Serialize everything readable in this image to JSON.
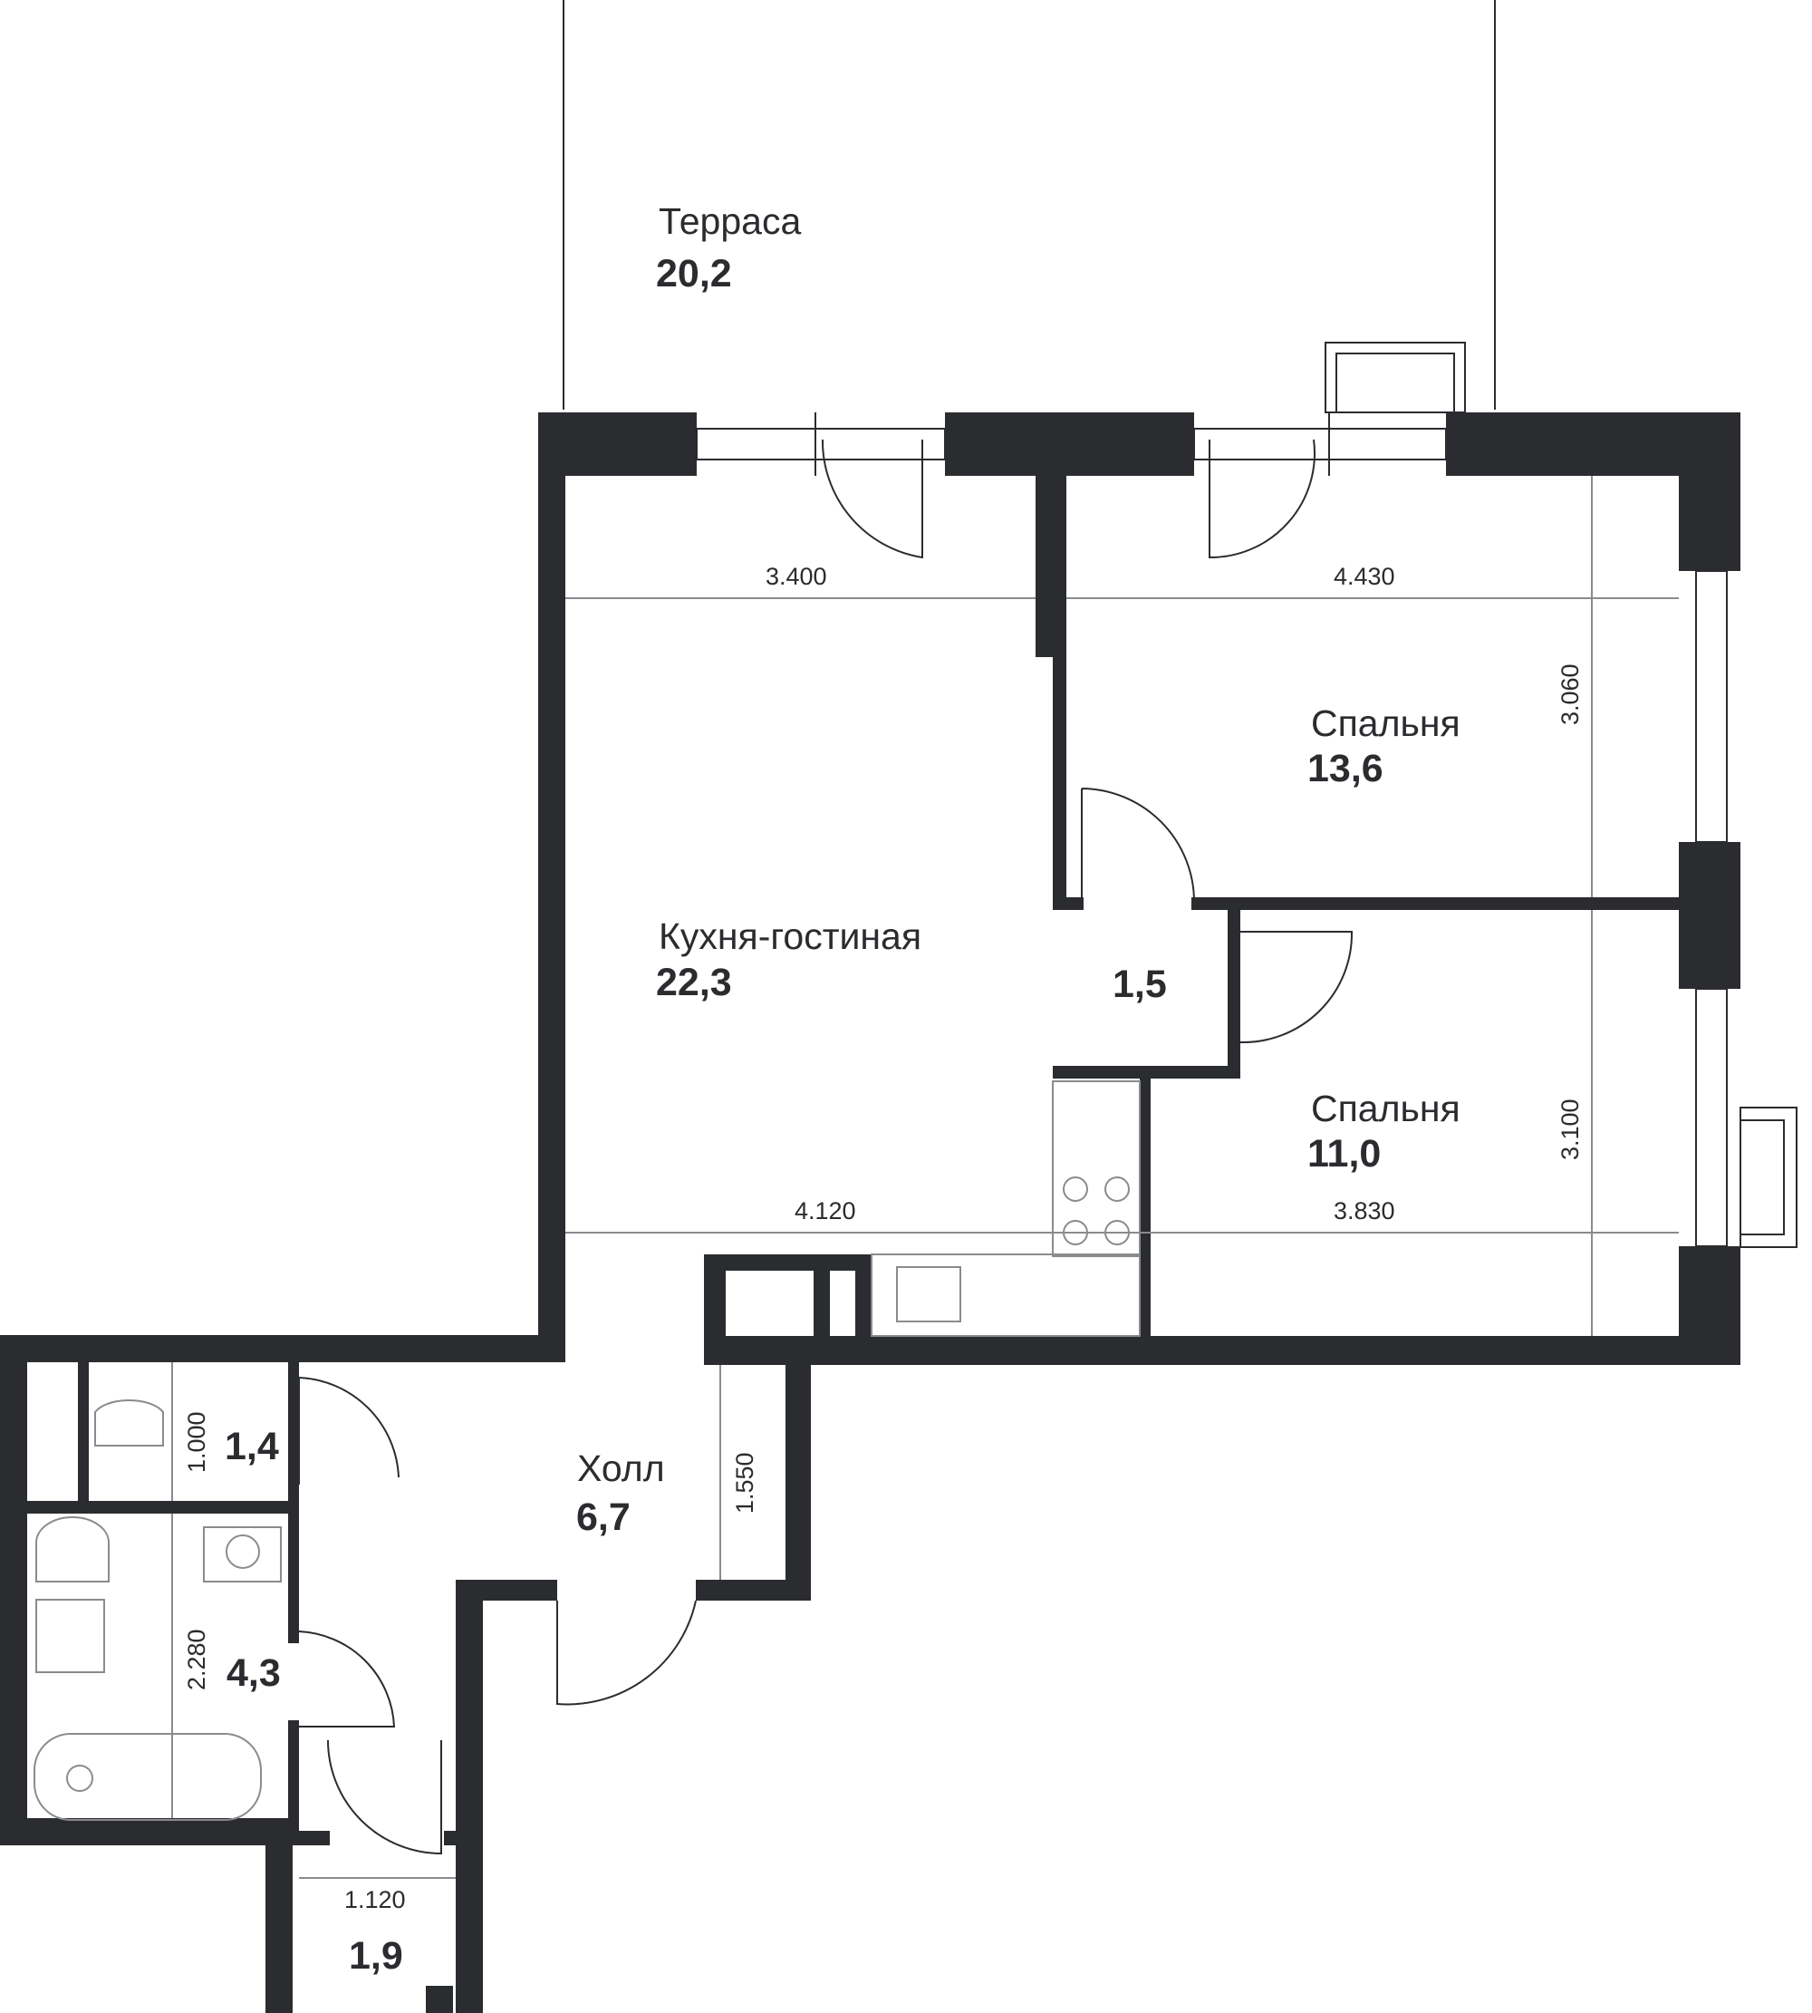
{
  "rooms": {
    "terrace": {
      "name": "Терраса",
      "area": "20,2"
    },
    "kitchen_living": {
      "name": "Кухня-гостиная",
      "area": "22,3"
    },
    "bedroom_1": {
      "name": "Спальня",
      "area": "13,6"
    },
    "bedroom_2": {
      "name": "Спальня",
      "area": "11,0"
    },
    "corridor": {
      "area": "1,5"
    },
    "hall": {
      "name": "Холл",
      "area": "6,7"
    },
    "wc": {
      "area": "1,4"
    },
    "bathroom": {
      "area": "4,3"
    },
    "storage": {
      "area": "1,9"
    }
  },
  "dimensions": {
    "kitchen_top_width": "3.400",
    "bedroom1_top_width": "4.430",
    "bedroom1_height": "3.060",
    "kitchen_bottom_width": "4.120",
    "bedroom2_width": "3.830",
    "bedroom2_height": "3.100",
    "wc_width": "1.000",
    "hall_closet_height": "1.550",
    "bathroom_width": "2.280",
    "storage_width": "1.120"
  }
}
